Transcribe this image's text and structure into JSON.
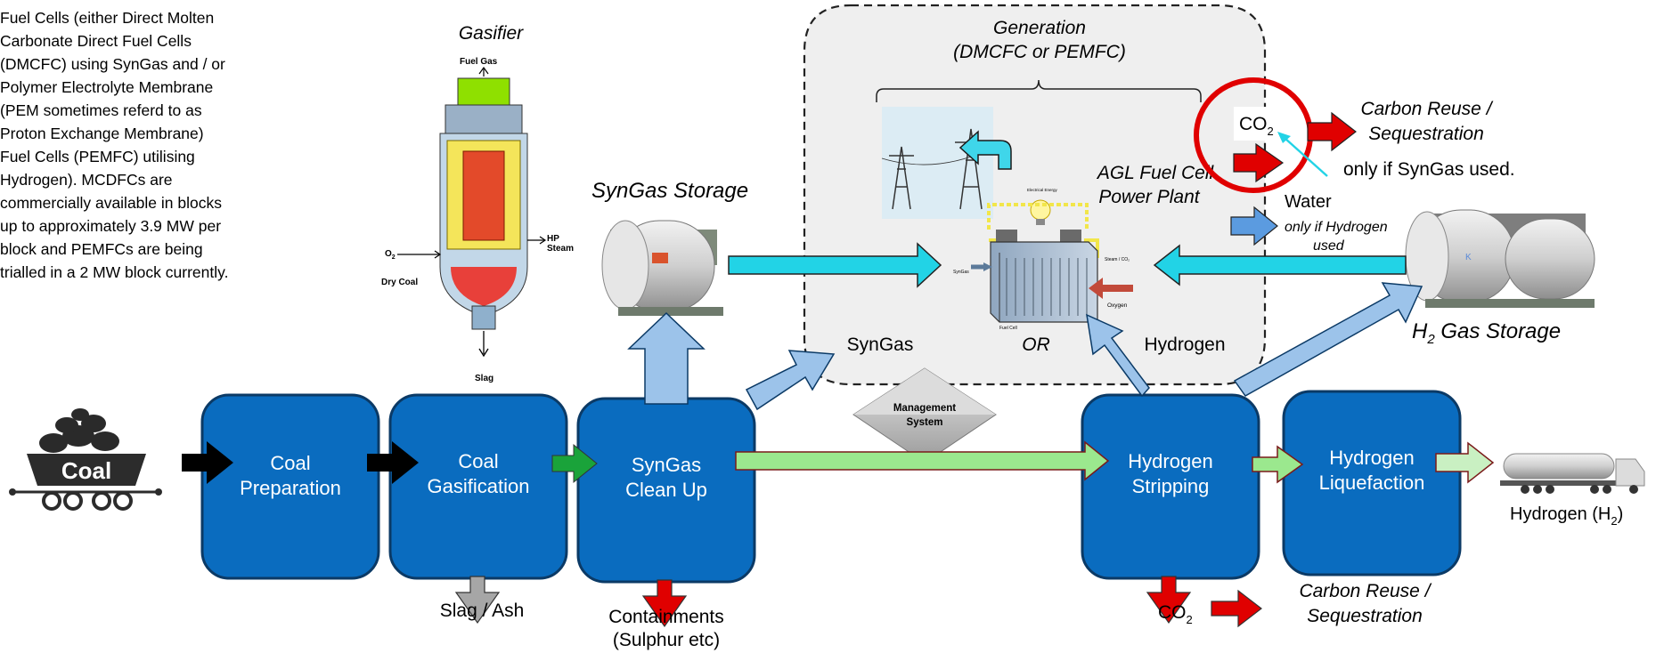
{
  "intro_text": [
    "Fuel Cells (either Direct Molten",
    "Carbonate Direct Fuel Cells",
    "(DMCFC) using SynGas and / or",
    "Polymer Electrolyte Membrane",
    "(PEM sometimes referd to as",
    "Proton Exchange Membrane)",
    "Fuel Cells (PEMFC) utilising",
    "Hydrogen). MCDFCs are",
    "commercially available in blocks",
    "up to approximately 3.9 MW per",
    "block and PEMFCs are being",
    "trialled in a 2 MW block currently."
  ],
  "coal_label": "Coal",
  "gasifier": {
    "title": "Gasifier",
    "fuel_gas": "Fuel Gas",
    "o2": "O",
    "o2_sub": "2",
    "dry_coal": "Dry Coal",
    "hp": "HP",
    "steam": "Steam",
    "slag": "Slag"
  },
  "syngas_storage_title": "SynGas Storage",
  "generation": {
    "title_line1": "Generation",
    "title_line2": "(DMCFC or PEMFC)",
    "plant_line1": "AGL Fuel Cell",
    "plant_line2": "Power Plant",
    "syngas": "SynGas",
    "or": "OR",
    "hydrogen": "Hydrogen",
    "electrical_energy": "Electrical Energy",
    "fuel_cell": "Fuel Cell",
    "oxygen": "Oxygen",
    "steam_co2": "Steam / CO₂",
    "syngas_small": "SynGas"
  },
  "co2_top": {
    "co": "CO",
    "sub": "2"
  },
  "carbon_reuse_top": [
    "Carbon Reuse /",
    "Sequestration"
  ],
  "only_syngas": "only if SynGas used.",
  "water": "Water",
  "only_hydrogen": [
    "only if Hydrogen",
    "used"
  ],
  "h2_storage": {
    "h": "H",
    "sub": "2",
    "rest": " Gas Storage"
  },
  "management": [
    "Management",
    "System"
  ],
  "process_boxes": [
    [
      "Coal",
      "Preparation"
    ],
    [
      "Coal",
      "Gasification"
    ],
    [
      "SynGas",
      "Clean Up"
    ],
    [
      "Hydrogen",
      "Stripping"
    ],
    [
      "Hydrogen",
      "Liquefaction"
    ]
  ],
  "slag_ash": "Slag / Ash",
  "containments": [
    "Containments",
    "(Sulphur etc)"
  ],
  "co2_bottom": {
    "co": "CO",
    "sub": "2"
  },
  "carbon_reuse_bottom": [
    "Carbon Reuse /",
    "Sequestration"
  ],
  "hydrogen_out": {
    "text": "Hydrogen (H",
    "sub": "2",
    "close": ")"
  },
  "colors": {
    "box_fill": "#0a6cbf",
    "box_stroke": "#0b3a66",
    "arrow_red": "#e00000",
    "arrow_cyan": "#22d3e6",
    "arrow_lightblue": "#9cc3ea",
    "arrow_green_dark": "#1aa33a",
    "arrow_green_light": "#9be88e",
    "arrow_black": "#000000",
    "arrow_gray": "#a6a6a6"
  }
}
